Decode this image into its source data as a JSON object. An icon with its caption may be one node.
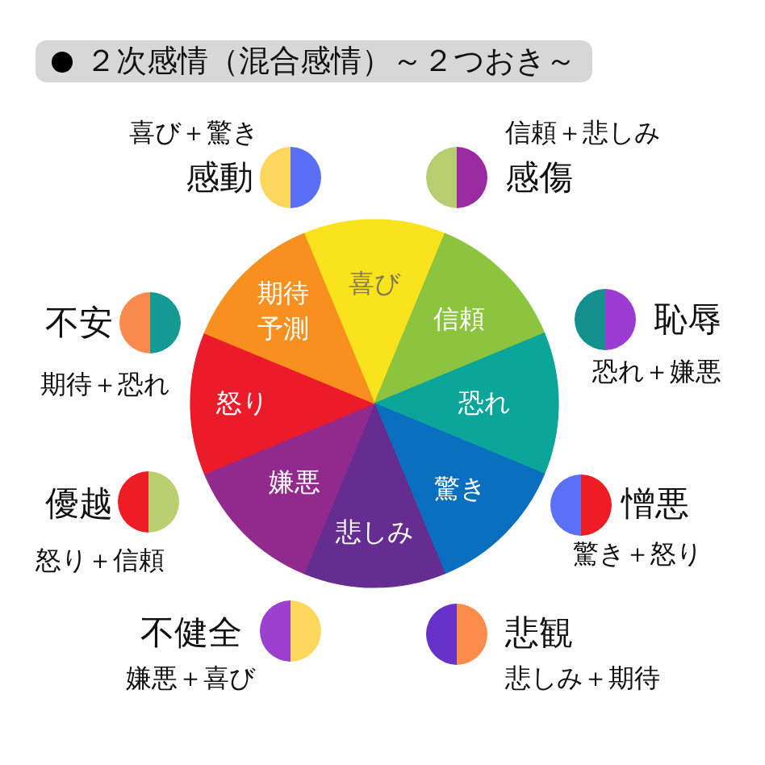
{
  "diagram": {
    "title": "２次感情（混合感情）～２つおき～",
    "nodes": [
      {
        "text": [
          "喜び"
        ]
      },
      {
        "text": [
          "信頼"
        ]
      },
      {
        "text": [
          "恐れ"
        ]
      },
      {
        "text": [
          "驚き"
        ]
      },
      {
        "text": [
          "悲しみ"
        ]
      },
      {
        "text": [
          "嫌悪"
        ]
      },
      {
        "text": [
          "怒り"
        ]
      },
      {
        "text": [
          "期待予測"
        ]
      },
      {
        "text": [
          "感動"
        ],
        "beside": [
          "喜び＋驚き"
        ]
      },
      {
        "text": [
          "感傷"
        ],
        "beside": [
          "信頼＋悲しみ"
        ]
      },
      {
        "text": [
          "不安"
        ],
        "beside": [
          "期待＋恐れ"
        ]
      },
      {
        "text": [
          "恥辱"
        ],
        "beside": [
          "恐れ＋嫌悪"
        ]
      },
      {
        "text": [
          "優越"
        ],
        "beside": [
          "怒り＋信頼"
        ]
      },
      {
        "text": [
          "憎悪"
        ],
        "beside": [
          "驚き＋怒り"
        ]
      },
      {
        "text": [
          "不健全"
        ],
        "beside": [
          "嫌悪＋喜び"
        ]
      },
      {
        "text": [
          "悲観"
        ],
        "beside": [
          "悲しみ＋期待"
        ]
      }
    ]
  }
}
